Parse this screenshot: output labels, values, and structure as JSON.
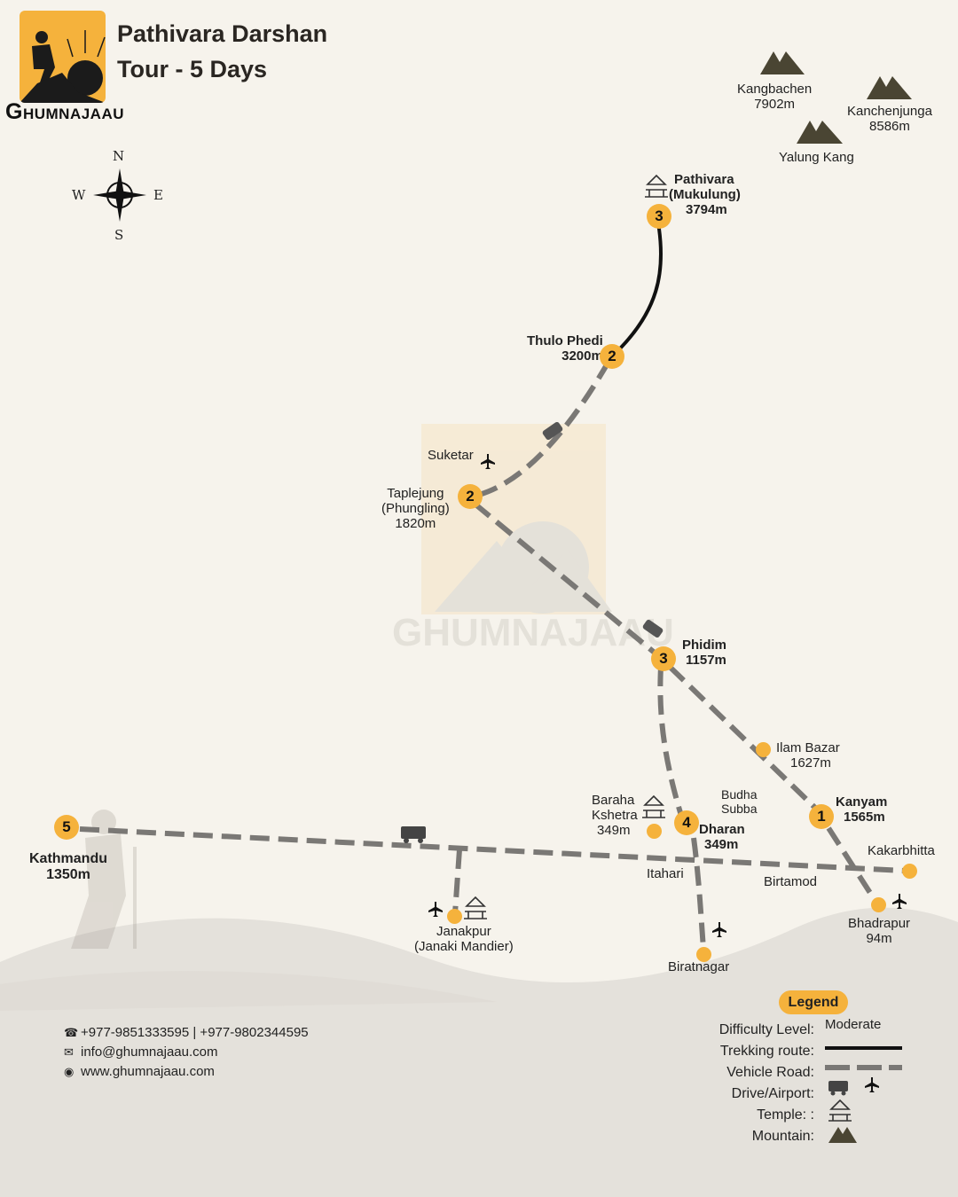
{
  "title": {
    "line1": "Pathivara Darshan",
    "line2": "Tour - 5 Days"
  },
  "brand": {
    "name": "GHUMNAJAAU",
    "first_letter": "G",
    "rest": "HUMNAJAAU"
  },
  "compass": {
    "n": "N",
    "s": "S",
    "e": "E",
    "w": "W"
  },
  "mountains": [
    {
      "name": "Kangbachen",
      "height": "7902m"
    },
    {
      "name": "Kanchenjunga",
      "height": "8586m"
    },
    {
      "name": "Yalung Kang",
      "height": ""
    }
  ],
  "places": {
    "pathivara": {
      "line1": "Pathivara",
      "line2": "(Mukulung)",
      "line3": "3794m",
      "day": "3"
    },
    "thulo_phedi": {
      "line1": "Thulo Phedi",
      "line2": "3200m",
      "day": "2"
    },
    "suketar": {
      "name": "Suketar"
    },
    "taplejung": {
      "line1": "Taplejung",
      "line2": "(Phungling)",
      "line3": "1820m",
      "day": "2"
    },
    "phidim": {
      "line1": "Phidim",
      "line2": "1157m",
      "day": "3"
    },
    "ilam_bazar": {
      "line1": "Ilam Bazar",
      "line2": "1627m"
    },
    "budha_subba": {
      "line1": "Budha",
      "line2": "Subba"
    },
    "kanyam": {
      "line1": "Kanyam",
      "line2": "1565m",
      "day": "1"
    },
    "baraha_kshetra": {
      "line1": "Baraha",
      "line2": "Kshetra",
      "line3": "349m"
    },
    "dharan": {
      "line1": "Dharan",
      "line2": "349m",
      "day": "4"
    },
    "kathmandu": {
      "line1": "Kathmandu",
      "line2": "1350m",
      "day": "5"
    },
    "kakarbhitta": {
      "name": "Kakarbhitta"
    },
    "itahari": {
      "name": "Itahari"
    },
    "birtamod": {
      "name": "Birtamod"
    },
    "bhadrapur": {
      "line1": "Bhadrapur",
      "line2": "94m"
    },
    "janakpur": {
      "line1": "Janakpur",
      "line2": "(Janaki Mandier)"
    },
    "biratnagar": {
      "name": "Biratnagar"
    }
  },
  "contact": {
    "phone": "+977-9851333595 | +977-9802344595",
    "email": "info@ghumnajaau.com",
    "web": "www.ghumnajaau.com"
  },
  "legend": {
    "title": "Legend",
    "difficulty_label": "Difficulty Level:",
    "difficulty_value": "Moderate",
    "trekking_label": "Trekking route:",
    "vehicle_label": "Vehicle Road:",
    "drive_airport_label": "Drive/Airport:",
    "temple_label": "Temple: :",
    "mountain_label": "Mountain:"
  },
  "colors": {
    "accent": "#f5b23c",
    "trek": "#111111",
    "road": "#7a7875",
    "mountain": "#4a4533",
    "background": "#f6f3ec",
    "hills": "#e4e1db"
  }
}
